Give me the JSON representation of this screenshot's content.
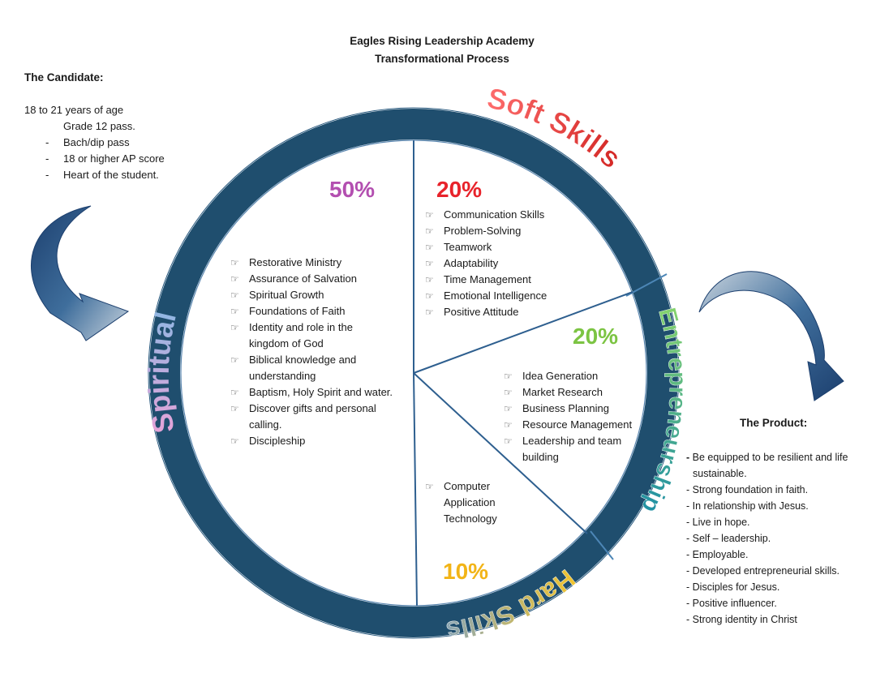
{
  "title": {
    "line1": "Eagles Rising Leadership Academy",
    "line2": "Transformational Process"
  },
  "candidate": {
    "heading": "The Candidate:",
    "age": "18 to 21 years of age",
    "grade": "Grade 12 pass.",
    "dash": "-",
    "items": [
      "Bach/dip pass",
      "18 or higher AP score",
      "Heart of the student."
    ]
  },
  "product": {
    "heading": "The Product:",
    "first_marker": "-",
    "first_line1": "Be equipped to be resilient and life",
    "first_line2": "sustainable.",
    "items": [
      "- Strong foundation in faith.",
      "- In relationship with Jesus.",
      "- Live in hope.",
      "- Self – leadership.",
      "- Employable.",
      "- Developed entrepreneurial skills.",
      "- Disciples for Jesus.",
      "- Positive influencer.",
      "- Strong identity in Christ"
    ]
  },
  "wheel": {
    "ring_labels": {
      "soft": "Soft Skills",
      "entrepreneurship": "Entrepreneurship",
      "hard": "Hard Skills",
      "spiritual": "Spiritual"
    },
    "segments": {
      "spiritual": {
        "percent": "50%",
        "items": [
          "Restorative Ministry",
          "Assurance of Salvation",
          "Spiritual Growth",
          "Foundations of Faith",
          "Identity and role in the kingdom of God",
          "Biblical knowledge and understanding",
          "Baptism, Holy Spirit and water.",
          "Discover gifts and personal calling.",
          "Discipleship"
        ]
      },
      "soft": {
        "percent": "20%",
        "items": [
          "Communication Skills",
          "Problem-Solving",
          "Teamwork",
          "Adaptability",
          "Time Management",
          "Emotional Intelligence",
          "Positive Attitude"
        ]
      },
      "entrepreneurship": {
        "percent": "20%",
        "items": [
          "Idea Generation",
          "Market Research",
          "Business Planning",
          "Resource Management",
          "Leadership and team building"
        ]
      },
      "hard": {
        "percent": "10%",
        "items": [
          "Computer Application Technology"
        ]
      }
    },
    "colors": {
      "ring": "#1f4e6e",
      "divider": "#2e5f8f",
      "spiritual_pct": "#b34fb0",
      "soft_pct": "#e8232b",
      "entre_pct": "#7cc443",
      "hard_pct": "#f2b417"
    }
  },
  "icons": {
    "bullet": "pointing-hand-icon",
    "left_arrow": "curved-arrow-icon",
    "right_arrow": "curved-arrow-icon"
  }
}
